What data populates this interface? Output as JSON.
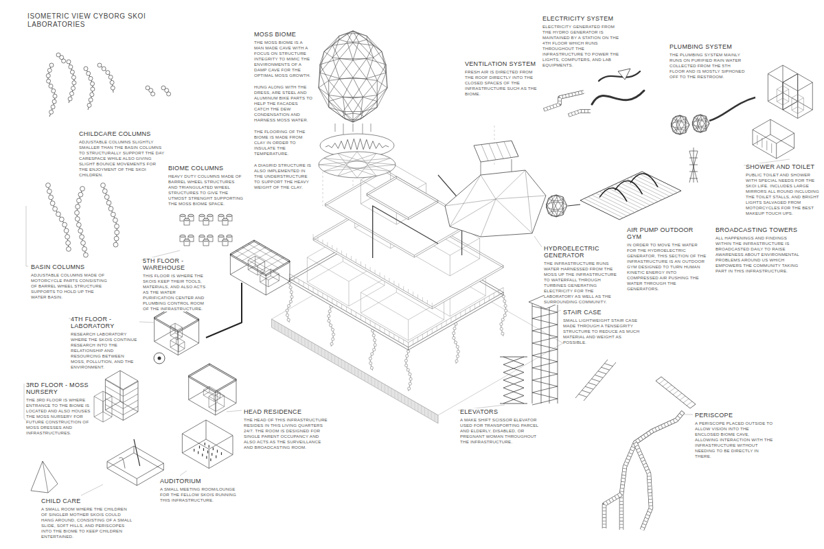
{
  "diagram": {
    "title": "ISOMETRIC VIEW CYBORG SKOI LABORATORIES",
    "labels": [
      "MOSS BIOME",
      "THE MOSS BIOME IS A MAN MADE CAVE WITH A FOCUS ON STRUCTURE INTEGRITY TO MIMIC THE ENVIRONMENTS OF A DAMP CAVE FOR THE OPTIMAL MOSS GROWTH.",
      "HUNG ALONG WITH THE DRESS, ARE STEEL AND ALUMINUM BIKE PARTS TO HELP THE FACADES CATCH THE DEW CONDENSATION AND HARNESS MOSS WATER.",
      "THE FLOORING OF THE BIOME IS MADE FROM CLAY IN ORDER TO INSULATE THE TEMPERATURE.",
      "A DIAGRID STRUCTURE IS ALSO IMPLEMENTED IN THE UNDERSTRUCTURE TO SUPPORT THE HEAVY WEIGHT OF THE CLAY.",
      "VENTILATION SYSTEM",
      "FRESH AIR IS DIRECTED FROM THE ROOF DIRECTLY INTO THE CLOSED SPACES OF THE INFRASTRUCTURE SUCH AS THE BIOME.",
      "ELECTRICITY SYSTEM",
      "ELECTRICITY GENERATED FROM THE HYDRO GENERATOR IS MAINTAINED BY A STATION ON THE 4TH FLOOR WHICH RUNS THROUGHOUT THE INFRASTRUCTURE TO POWER THE LIGHTS, COMPUTERS, AND LAB EQUIPMENTS.",
      "PLUMBING SYSTEM",
      "THE PLUMBING SYSTEM MAINLY RUNS ON PURIFIED RAIN WATER COLLECTED FROM THE 5TH FLOOR AND IS MOSTLY SIPHONED OFF TO THE RESTROOM.",
      "SHOWER AND TOILET",
      "PUBLIC TOILET AND SHOWER WITH SPECIAL NEEDS FOR THE SKOI LIFE. INCLUDES LARGE MIRRORS ALL ROUND INCLUDING THE TOILET STALLS, AND BRIGHT LIGHTS SALVAGED FROM MOTORCYCLES FOR THE BEST MAKEUP TOUCH UPS.",
      "BROADCASTING TOWERS",
      "ALL HAPPENINGS AND FINDINGS WITHIN THE INFRASTRUCTURE IS BROADCASTED DAILY TO RAISE AWARENESS ABOUT ENVIRONMENTAL PROBLEMS AROUND US WHICH EMPOWERS THE COMMUNITY TAKING PART IN THIS INFRASTRUCTURE.",
      "AIR PUMP OUTDOOR GYM",
      "IN ORDER TO MOVE THE WATER FOR THE HYDROELECTRIC GENERATOR, THIS SECTION OF THE INFRASTRUCTURE IS AN OUTDOOR GYM DESIGNED TO TURN HUMAN KINETIC ENERGY INTO COMPRESSED AIR PUSHING THE WATER THROUGH THE GENERATORS.",
      "HYDROELECTRIC GENERATOR",
      "THE INFRASTRUCTURE RUNS WATER HARNESSED FROM THE MOSS UP THE INFRASTRUCTURE TO WATERFALL THROUGH TURBINES GENERATING ELECTRICITY FOR THE LABORATORY AS WELL AS THE SURROUNDING COMMUNITY.",
      "STAIR CASE",
      "SMALL LIGHTWEIGHT STAIR CASE MADE THROUGH A TENSEGRITY STRUCTURE TO REDUCE AS MUCH MATERIAL AND WEIGHT AS POSSIBLE.",
      "ELEVATORS",
      "A MAKE SHIFT SCISSOR ELEVATOR USED FOR TRANSPORTING PARCEL AND ELDERLY, DISABLED, OR PREGNANT WOMAN THROUGHOUT THE INFRASTRUCTURE.",
      "PERISCOPE",
      "A PERISCOPE PLACED OUTSIDE TO ALLOW VISION INTO THE ENCLOSED BIOME CAVE, ALLOWING INTERACTION WITH THE INFRASTRUCTURE WITHOUT NEEDING TO BE DIRECTLY IN THERE.",
      "CHILDCARE COLUMNS",
      "ADJUSTABLE COLUMNS SLIGHTLY SMALLER THAN THE BASIN COLUMNS TO STRUCTURALLY SUPPORT THE DAY CARESPACE WHILE ALSO GIVING SLIGHT BOUNCE MOVEMENTS FOR THE ENJOYMENT OF THE SKOI CHILDREN.",
      "BIOME COLUMNS",
      "HEAVY DUTY COLUMNS MADE OF BARREL WHEEL STRUCTURES AND TRIANGULATED WHEEL STRUCTURES TO GIVE THE UTMOST STRENGHT SUPPORTING THE MOSS BIOME SPACE.",
      "BASIN COLUMNS",
      "ADJUSTABLE COLUMNS MADE OF MOTORCYCLE PARTS CONSISTING OF BARREL WHEEL STRUCTURE SUPPORTS TO HOLD UP THE WATER BASIN.",
      "5TH FLOOR - WAREHOUSE",
      "THIS FLOOR IS WHERE THE SKOIS KEEP THEIR TOOLS, MATERIALS, AND ALSO ACTS AS THE WATER PURIFICATION CENTER AND PLUMBING CONTROL ROOM OF THE INFRASTRUCTURE.",
      "4TH FLOOR - LABORATORY",
      "RESEARCH LABORATORY WHERE THE SKOIS CONTINUE RESEARCH INTO THE RELATIONSHIP AND RESOURCING BETWEEN MOSS, POLLUTION, AND THE ENVIRONMENT.",
      "3RD FLOOR - MOSS NURSERY",
      "THE 3RD FLOOR IS WHERE ENTRANCE TO THE BIOME IS LOCATED AND ALSO HOUSES THE MOSS NURSERY FOR FUTURE CONSTRUCTION OF MOSS DRESSES AND INFRASTRUCTURES.",
      "HEAD RESIDENCE",
      "THE HEAD OF THIS INFRASTRUCTURE RESIDES IN THIS LIVING QUARTERS 24/7. THE ROOM IS DESIGNED FOR SINGLE PARENT OCCUPANCY AND ALSO ACTS AS THE SURVEILLANCE AND BROADCASTING ROOM.",
      "AUDITORIUM",
      "A SMALL MEETING ROOM/LOUNGE FOR THE FELLOW SKOIS RUNNING THIS INFRASTRUCTURE.",
      "CHILD CARE",
      "A SMALL ROOM WHERE THE CHILDREN OF SINGLER MOTHER SKOIS COULD HANG AROUND, CONSISTING OF A SMALL SLIDE, SOFT HILLS, AND PERISCOPES INTO THE BIOME TO KEEP CHILDREN ENTERTAINED."
    ]
  }
}
